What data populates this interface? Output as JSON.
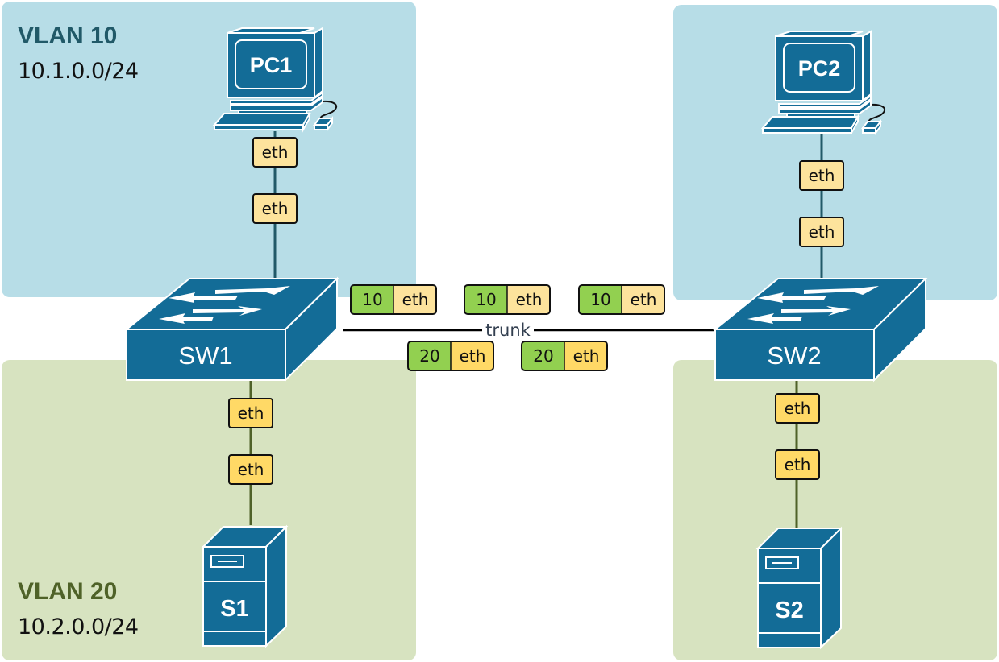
{
  "colors": {
    "vlan10_bg": "#b7dde7",
    "vlan20_bg": "#d7e3c0",
    "vlan10_title": "#215968",
    "vlan20_title": "#4f6228",
    "vlan10_link": "#215968",
    "vlan20_link": "#4f6228",
    "device_fill": "#136c97",
    "tag_green": "#92d050",
    "eth_light": "#fde39c",
    "eth_dark": "#ffd966",
    "trunk_line": "#000000",
    "trunk_text": "#333f50"
  },
  "vlans": [
    {
      "id": "vlan10-left",
      "title": "VLAN 10",
      "subnet": "10.1.0.0/24",
      "show_label": true
    },
    {
      "id": "vlan20-left",
      "title": "VLAN 20",
      "subnet": "10.2.0.0/24",
      "show_label": true
    }
  ],
  "devices": {
    "pc1": "PC1",
    "pc2": "PC2",
    "sw1": "SW1",
    "sw2": "SW2",
    "s1": "S1",
    "s2": "S2"
  },
  "links": {
    "pc1_sw1": [
      "eth",
      "eth"
    ],
    "s1_sw1": [
      "eth",
      "eth"
    ],
    "pc2_sw2": [
      "eth",
      "eth"
    ],
    "s2_sw2": [
      "eth",
      "eth"
    ]
  },
  "trunk": {
    "label": "trunk",
    "vlan10_frames": [
      {
        "tag": "10",
        "payload": "eth"
      },
      {
        "tag": "10",
        "payload": "eth"
      },
      {
        "tag": "10",
        "payload": "eth"
      }
    ],
    "vlan20_frames": [
      {
        "tag": "20",
        "payload": "eth"
      },
      {
        "tag": "20",
        "payload": "eth"
      }
    ]
  }
}
